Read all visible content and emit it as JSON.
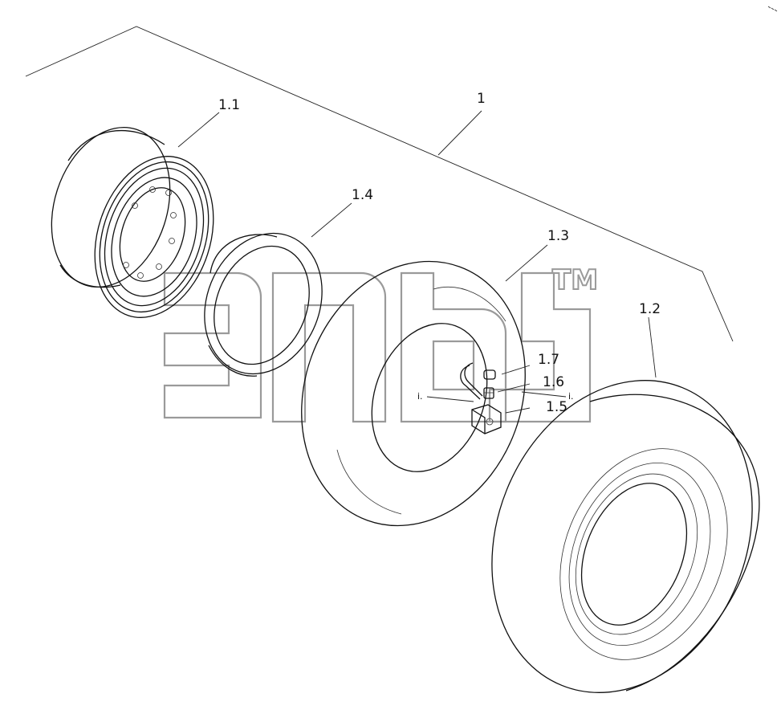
{
  "callouts": {
    "assembly": "1",
    "rim": "1.1",
    "tire": "1.2",
    "tube": "1.3",
    "flap": "1.4",
    "valve_block": "1.5",
    "valve_insert": "1.6",
    "valve_cap": "1.7",
    "detail_mark_left": "i.",
    "detail_mark_right": "i."
  },
  "watermark": {
    "brand_mark": "TM"
  },
  "colors": {
    "line": "#111111",
    "watermark": "#9a9a9a",
    "background": "#ffffff"
  }
}
